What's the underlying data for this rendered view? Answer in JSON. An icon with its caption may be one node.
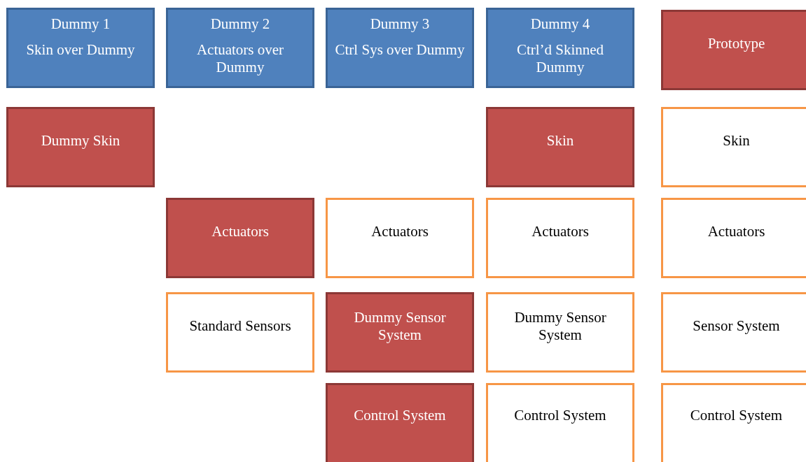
{
  "diagram": {
    "nodes": [
      {
        "text": [
          "Dummy 1",
          "Skin over Dummy"
        ]
      },
      {
        "text": [
          "Dummy 2",
          "Actuators over Dummy"
        ]
      },
      {
        "text": [
          "Dummy 3",
          "Ctrl Sys over Dummy"
        ]
      },
      {
        "text": [
          "Dummy 4",
          "Ctrl’d Skinned Dummy"
        ]
      },
      {
        "text": [
          "Prototype"
        ]
      },
      {
        "text": [
          "Dummy Skin"
        ]
      },
      {
        "text": [
          "Skin"
        ]
      },
      {
        "text": [
          "Skin"
        ]
      },
      {
        "text": [
          "Actuators"
        ]
      },
      {
        "text": [
          "Actuators"
        ]
      },
      {
        "text": [
          "Actuators"
        ]
      },
      {
        "text": [
          "Actuators"
        ]
      },
      {
        "text": [
          "Standard Sensors"
        ]
      },
      {
        "text": [
          "Dummy Sensor System"
        ]
      },
      {
        "text": [
          "Dummy Sensor System"
        ]
      },
      {
        "text": [
          "Sensor System"
        ]
      },
      {
        "text": [
          "Control System"
        ]
      },
      {
        "text": [
          "Control System"
        ]
      },
      {
        "text": [
          "Control System"
        ]
      }
    ]
  }
}
